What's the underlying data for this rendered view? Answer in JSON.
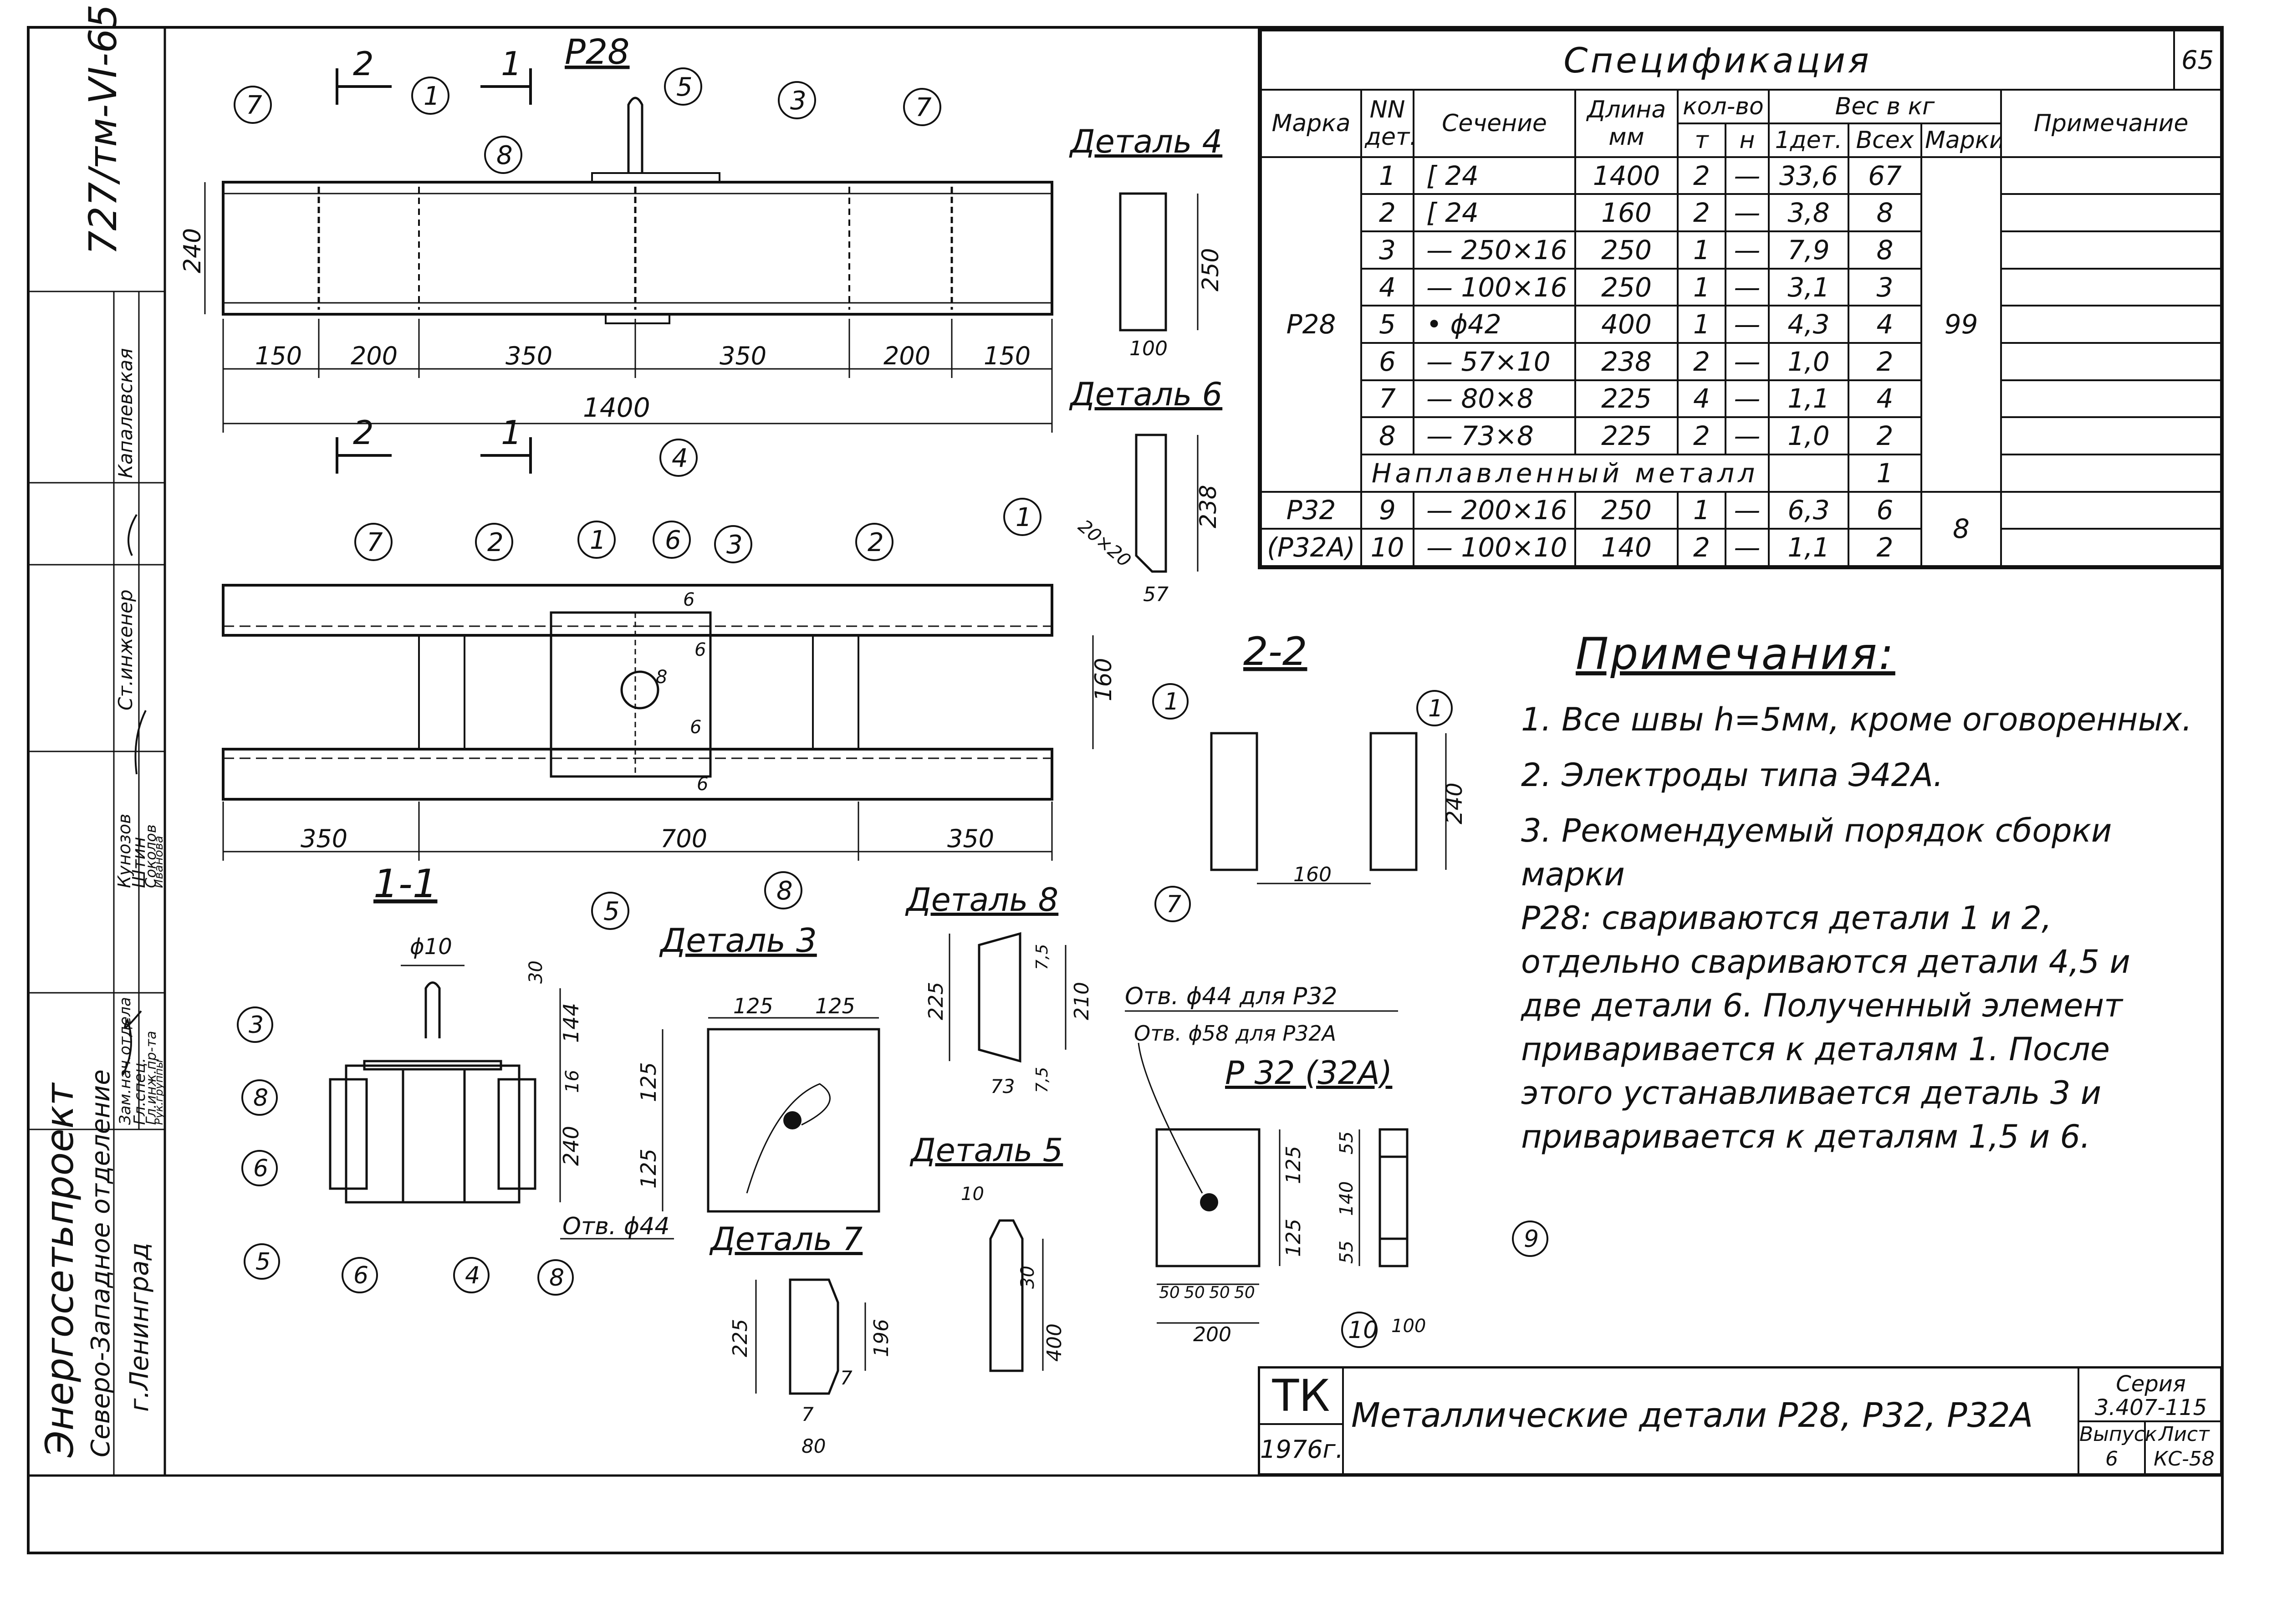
{
  "frame": {
    "sheet_code": "727/тм-VI-65",
    "org_name": "Энергосетьпроект",
    "org_branch": "Северо-Западное отделение",
    "org_city": "г.Ленинград",
    "signers": [
      {
        "role": "Зам.нач.отдела",
        "name": "Кунозов"
      },
      {
        "role": "Гл.спец.",
        "name": "Штин"
      },
      {
        "role": "Гл.инж.пр-та",
        "name": "Соколов"
      },
      {
        "role": "Рук.группы",
        "name": "Иванова"
      },
      {
        "role": "Ст.инженер",
        "name": "Капалевская"
      }
    ]
  },
  "spec": {
    "title": "Спецификация",
    "sheet_no": "65",
    "headers": {
      "marka": "Марка",
      "n_det_1": "NN",
      "n_det_2": "дет.",
      "section": "Сечение",
      "length_1": "Длина",
      "length_2": "мм",
      "qty": "кол-во",
      "qty_t": "т",
      "qty_n": "н",
      "weight": "Вес в кг",
      "w_det": "1дет.",
      "w_all": "Всех",
      "w_mark": "Марки",
      "note": "Примечание"
    },
    "rows": [
      {
        "n": "1",
        "sec": "[ 24",
        "len": "1400",
        "t": "2",
        "h": "—",
        "w1": "33,6",
        "wa": "67"
      },
      {
        "n": "2",
        "sec": "[ 24",
        "len": "160",
        "t": "2",
        "h": "—",
        "w1": "3,8",
        "wa": "8"
      },
      {
        "n": "3",
        "sec": "— 250×16",
        "len": "250",
        "t": "1",
        "h": "—",
        "w1": "7,9",
        "wa": "8"
      },
      {
        "n": "4",
        "sec": "— 100×16",
        "len": "250",
        "t": "1",
        "h": "—",
        "w1": "3,1",
        "wa": "3"
      },
      {
        "n": "5",
        "sec": "• ϕ42",
        "len": "400",
        "t": "1",
        "h": "—",
        "w1": "4,3",
        "wa": "4"
      },
      {
        "n": "6",
        "sec": "— 57×10",
        "len": "238",
        "t": "2",
        "h": "—",
        "w1": "1,0",
        "wa": "2"
      },
      {
        "n": "7",
        "sec": "— 80×8",
        "len": "225",
        "t": "4",
        "h": "—",
        "w1": "1,1",
        "wa": "4"
      },
      {
        "n": "8",
        "sec": "— 73×8",
        "len": "225",
        "t": "2",
        "h": "—",
        "w1": "1,0",
        "wa": "2"
      }
    ],
    "mark_p28": "Р28",
    "mark_p28_weight": "99",
    "weld_label": "Наплавленный металл",
    "weld_value": "1",
    "rows_p32": [
      {
        "n": "9",
        "sec": "— 200×16",
        "len": "250",
        "t": "1",
        "h": "—",
        "w1": "6,3",
        "wa": "6"
      },
      {
        "n": "10",
        "sec": "— 100×10",
        "len": "140",
        "t": "2",
        "h": "—",
        "w1": "1,1",
        "wa": "2"
      }
    ],
    "mark_p32_1": "Р32",
    "mark_p32_2": "(Р32А)",
    "mark_p32_weight": "8"
  },
  "notes": {
    "title": "Примечания:",
    "items": [
      "1. Все швы h=5мм, кроме оговоренных.",
      "2. Электроды типа Э42А.",
      "3. Рекомендуемый порядок сборки марки\n   Р28: свариваются детали 1 и 2,\n   отдельно свариваются детали 4,5 и\n   две детали 6. Полученный элемент\n   приваривается к деталям 1. После\n   этого устанавливается деталь 3 и\n   приваривается к деталям 1,5 и 6."
    ]
  },
  "titleblock": {
    "tk": "ТК",
    "year": "1976г.",
    "title": "Металлические детали Р28, Р32, Р32А",
    "series_1": "Серия",
    "series_2": "3.407-115",
    "issue_label": "Выпуск",
    "issue": "6",
    "sheet_label": "Лист",
    "sheet": "КС-58"
  },
  "drawing": {
    "mark_label": "Р28",
    "cut_1": "1",
    "cut_2": "2",
    "section_11": "1-1",
    "section_22": "2-2",
    "detail_4": "Деталь 4",
    "detail_6": "Деталь 6",
    "detail_8": "Деталь 8",
    "detail_3": "Деталь 3",
    "detail_5": "Деталь 5",
    "detail_7": "Деталь 7",
    "p32_label": "Р 32 (32А)",
    "hole_p32": "Отв. ϕ44 для Р32",
    "hole_p32a": "Отв. ϕ58 для Р32А",
    "hole_d3": "Отв. ϕ44",
    "dims_top": [
      "150",
      "200",
      "350",
      "350",
      "200",
      "150"
    ],
    "dim_total": "1400",
    "dim_240": "240",
    "dims_plan": [
      "350",
      "700",
      "350"
    ],
    "dim_160": "160",
    "d4_250": "250",
    "d4_100": "100",
    "d6_238": "238",
    "d6_2020": "20×20",
    "d6_57": "57",
    "s22_240": "240",
    "s22_160": "160",
    "s11_phi10": "ϕ10",
    "s11_30": "30",
    "s11_144": "144",
    "s11_16": "16",
    "s11_240": "240",
    "d3_125a": "125",
    "d3_125b": "125",
    "d3_125c": "125",
    "d3_125d": "125",
    "d8_225": "225",
    "d8_210": "210",
    "d8_75a": "7,5",
    "d8_75b": "7,5",
    "d8_73": "73",
    "d5_10": "10",
    "d5_30": "30",
    "d5_400": "400",
    "d7_225": "225",
    "d7_196": "196",
    "d7_7a": "7",
    "d7_7b": "7",
    "d7_80": "80",
    "p32_125a": "125",
    "p32_125b": "125",
    "p32_50s": [
      "50",
      "50",
      "50",
      "50"
    ],
    "p32_200": "200",
    "p32_55a": "55",
    "p32_140": "140",
    "p32_55b": "55",
    "p32_100": "100",
    "weld_6": "6",
    "weld_8": "8"
  }
}
